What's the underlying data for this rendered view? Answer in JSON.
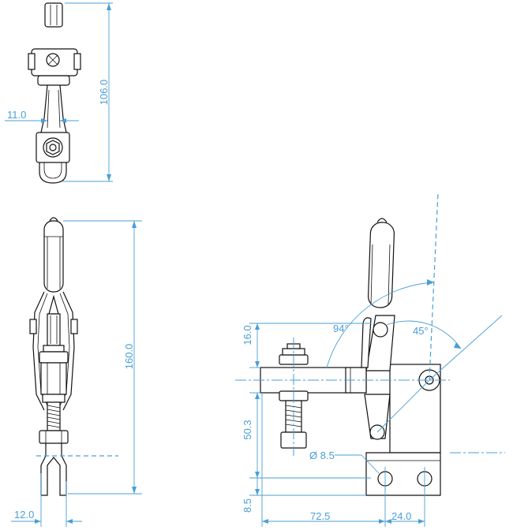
{
  "dimensions": {
    "top_view_height": "106.0",
    "top_view_width": "11.0",
    "front_view_height": "160.0",
    "front_view_width": "12.0",
    "side_handle_angle": "94°",
    "side_open_angle": "45°",
    "side_spindle_offset": "16.0",
    "side_spindle_height": "50.3",
    "side_hole_diameter": "Ø 8.5",
    "side_base_offset": "8.5",
    "side_reach": "72.5",
    "side_base_width": "24.0"
  }
}
